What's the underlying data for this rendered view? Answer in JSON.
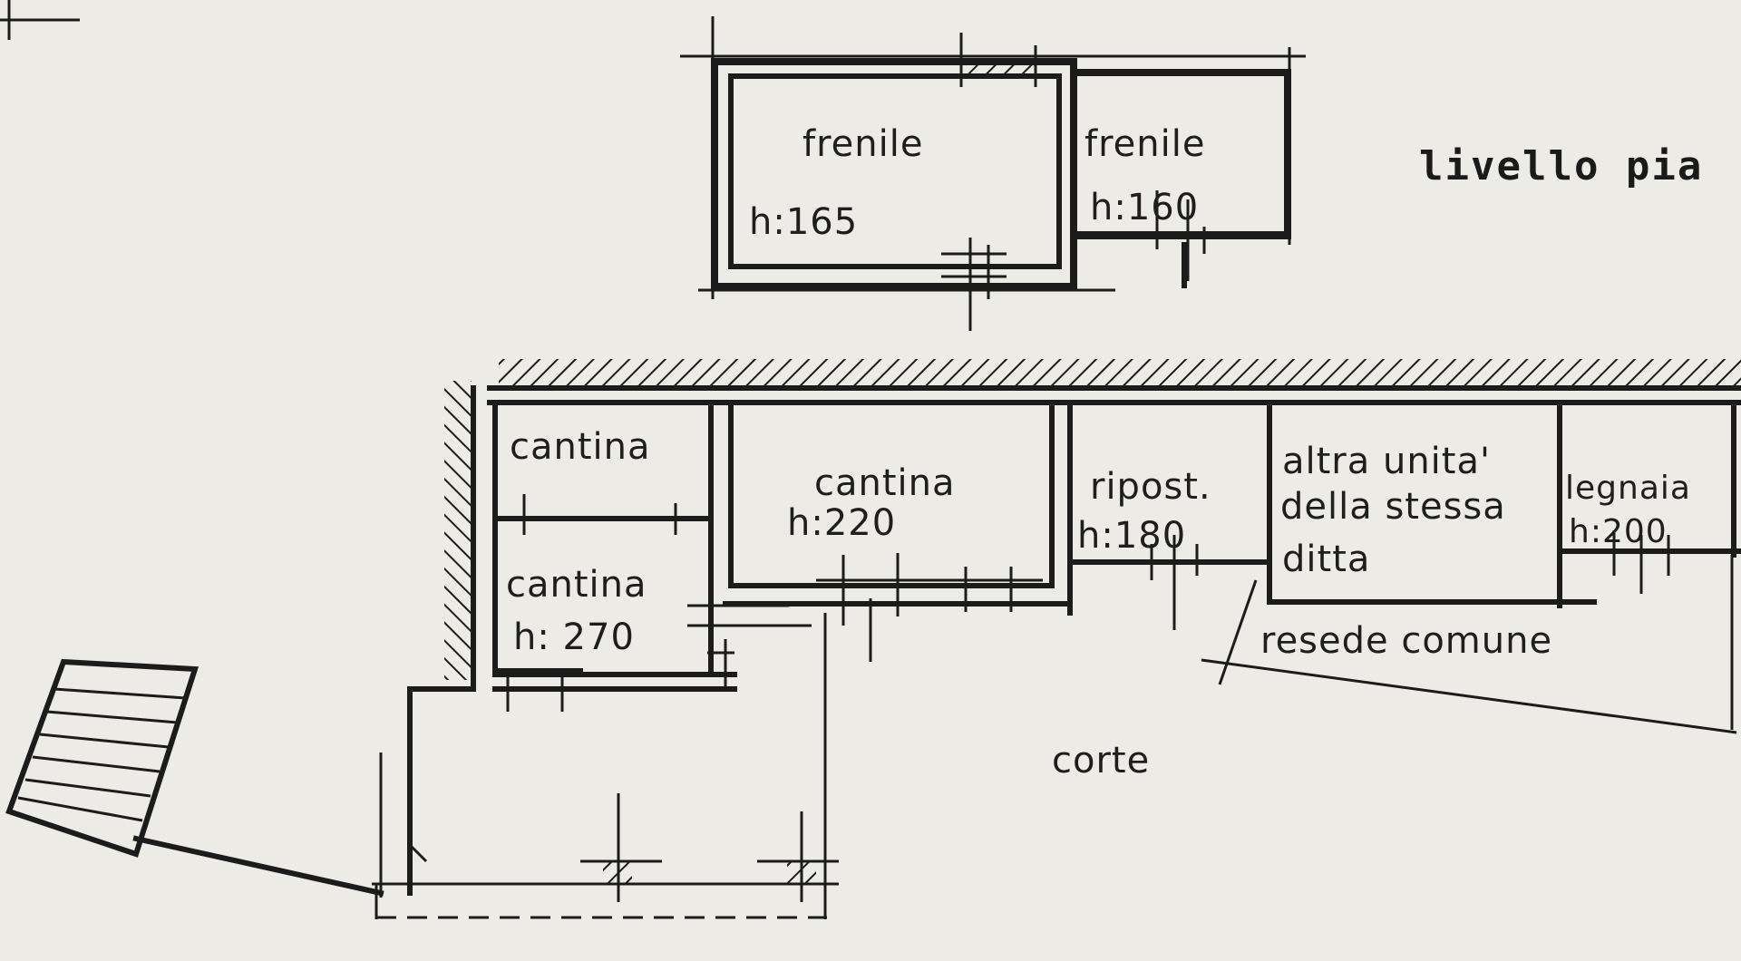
{
  "title": "livello pia",
  "rooms": {
    "fienile_1": {
      "name": "frenile",
      "height": "h:165"
    },
    "fienile_2": {
      "name": "frenile",
      "height": "h:160"
    },
    "cantina_1": {
      "name": "cantina"
    },
    "cantina_2": {
      "name": "cantina",
      "height": "h: 270"
    },
    "cantina_3": {
      "name": "cantina",
      "height": "h:220"
    },
    "ripostiglio": {
      "name": "ripost.",
      "height": "h:180"
    },
    "altra_unita": {
      "line1": "altra unita'",
      "line2": "della stessa",
      "line3": "ditta"
    },
    "legnaia": {
      "name": "legnaia",
      "height": "h:200"
    }
  },
  "areas": {
    "resede": "resede comune",
    "corte": "corte"
  },
  "colors": {
    "paper": "#ecebe6",
    "ink": "#1c1c1c"
  }
}
